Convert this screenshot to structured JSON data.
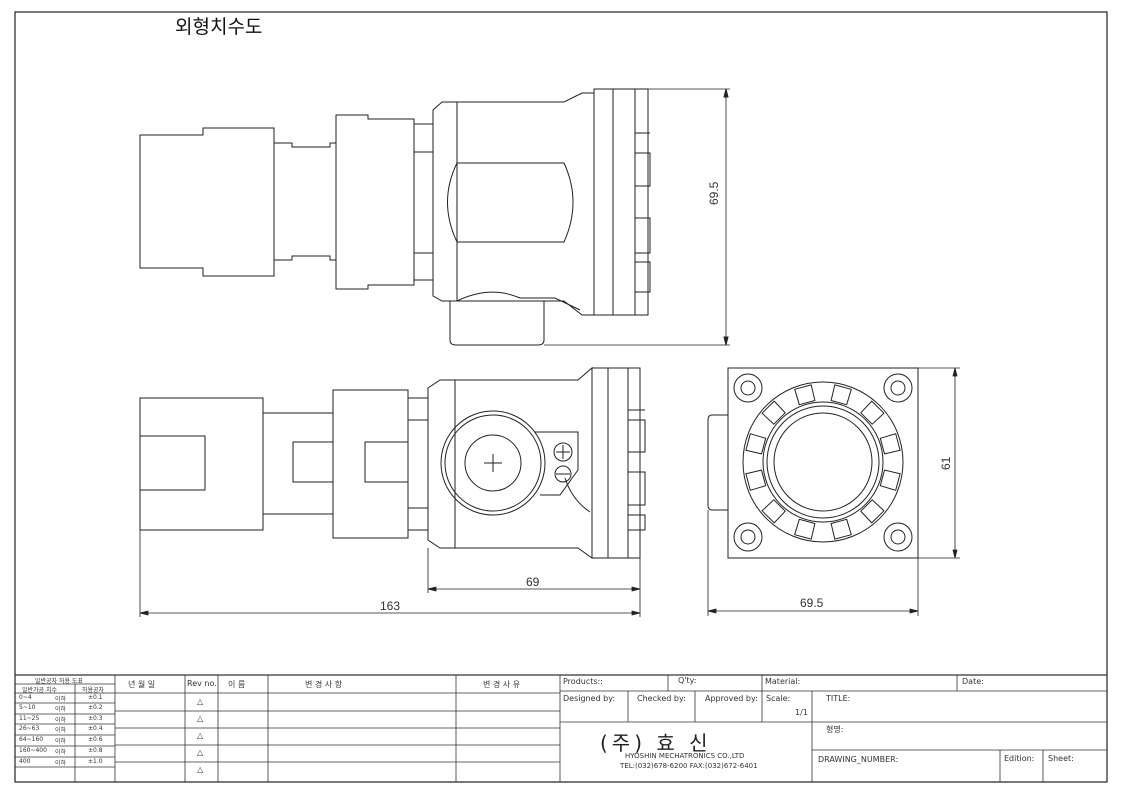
{
  "drawing": {
    "heading": "외형치수도",
    "dimensions": {
      "top_height": "69.5",
      "body_length": "69",
      "overall_length": "163",
      "end_height": "61",
      "end_width": "69.5"
    }
  },
  "tolerance_table": {
    "title": "일반공차 허용 도표",
    "col_size": "일반가공 치수",
    "col_tol": "허용공차",
    "rows": [
      {
        "range": "0~4",
        "unit": "이하",
        "tol": "±0.1"
      },
      {
        "range": "5~10",
        "unit": "이하",
        "tol": "±0.2"
      },
      {
        "range": "11~25",
        "unit": "이하",
        "tol": "±0.3"
      },
      {
        "range": "26~63",
        "unit": "이하",
        "tol": "±0.4"
      },
      {
        "range": "64~160",
        "unit": "이하",
        "tol": "±0.6"
      },
      {
        "range": "160~400",
        "unit": "이하",
        "tol": "±0.8"
      },
      {
        "range": "400",
        "unit": "이하",
        "tol": "±1.0"
      }
    ]
  },
  "revision_table": {
    "date": "년 월 일",
    "rev_no": "Rev no.",
    "name": "이 름",
    "changes": "변   경   사   항",
    "reason": "변 경 사 유",
    "rev_symbol": "△"
  },
  "title_block": {
    "products": "Products::",
    "qty": "Q'ty:",
    "material": "Material:",
    "date": "Date:",
    "designed_by": "Designed by:",
    "checked_by": "Checked by:",
    "approved_by": "Approved by:",
    "scale": "Scale:",
    "scale_value": "1/1",
    "title": "TITLE:",
    "model": "형명:",
    "drawing_number": "DRAWING_NUMBER:",
    "edition": "Edition:",
    "sheet": "Sheet:",
    "company_name": "(주) 효 신",
    "company_en": "HYOSHIN MECHATRONICS CO.,LTD",
    "company_contact": "TEL:(032)678-6200   FAX:(032)672-6401"
  }
}
